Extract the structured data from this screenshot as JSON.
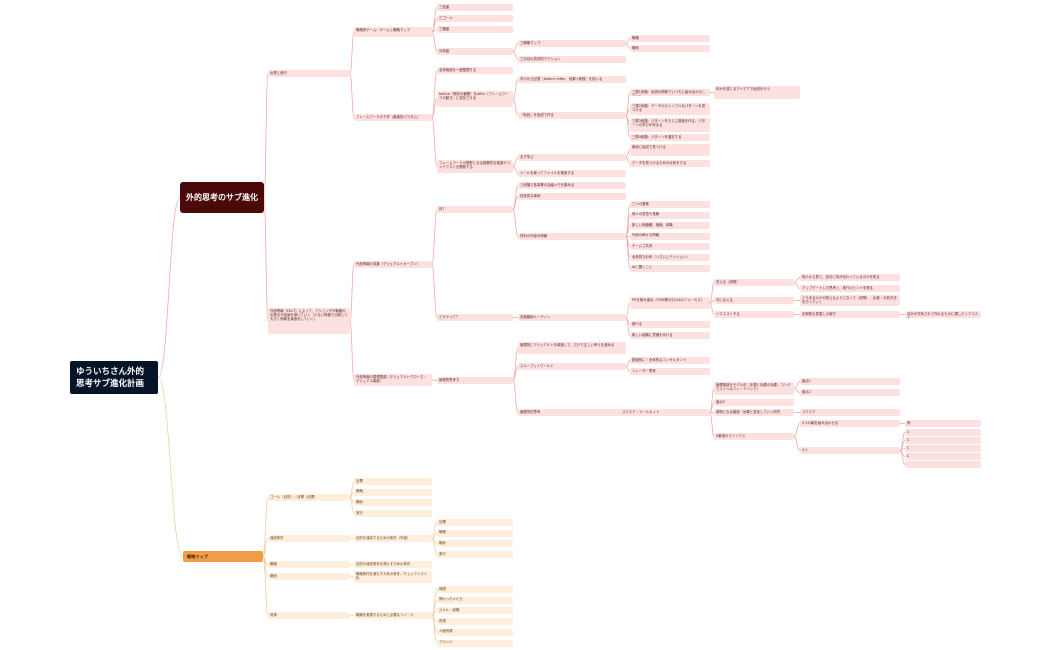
{
  "root": "ゆういちさん外的思考サブ進化計画",
  "branches": [
    {
      "label": "外的思考のサブ進化",
      "color": "#e88a8a",
      "children": [
        {
          "label": "",
          "children": [
            {
              "label": "出発と進行"
            }
          ]
        }
      ]
    },
    {
      "label": "戦略マップ",
      "color": "#f3b47a",
      "children": []
    }
  ],
  "mindmap": {
    "top": [
      "出発と進行",
      "戦略的ゲーム：ゲームと戦略マップ",
      "三柱盤",
      "三ゴール",
      "三種盤",
      "分析盤",
      "三戦略マップ",
      "三手目の具体的アクション",
      "戦略",
      "戦術",
      "フレームワークの下学（最善的パラダム）",
      "全体構造を一度整理する",
      "before（現状の観察）をafter（フレームワークの動き）に変化させる",
      "学びから記憶（before→after、効果→実践）を用いる",
      "「仮説」を仮説で作る",
      "三層1段階：仮説の関係でいつもと組み合わせしていく",
      "三層2段階：データからシンプルなパターンを見つける",
      "三層3段階：パターンをもとに構造を作る、パターンの学びが深まる",
      "三層4段階：パターンを選定する",
      "何かを感じるアイデアで仮説を行う",
      "フレームワークの視野となる検察的な構造やコンテクストを開発する",
      "まず学ぶ",
      "ツールを使ってファイルを検索する",
      "最後に仮説で見つける",
      "データを見つけるための分析をする"
    ],
    "middle": [
      "外部情報（FACT）によって、アジェンダや戦略の出発点や結論を導いていく（少ない情報で出発して大きく情報を構造化していく）",
      "外部情報の収集（デジュアルトオープン）",
      "何？",
      "三段階で各事業の会議メモを集める",
      "具体的な事例",
      "資料の外部の情報",
      "三つの要素",
      "他人の意見や見解",
      "新しい価値観、価値、体験",
      "外部の様々な情報",
      "チームで共有",
      "全体的な分析（リズムとテンション）",
      "AIに聞くこと",
      "どうやって？",
      "定期継続ルーティン",
      "PRを積み重ね（YGM第2日1GAのフォーカス）",
      "覚える（説明）",
      "他人から見て、自分に何が伝わっているのかを知る",
      "アップデートした思考と、実行のヒントを得る",
      "次に伝える",
      "どうあるのかが見えるようになって（説明）、比較・分析方法を行っていく",
      "リクエストする",
      "定期的な見直しの実行",
      "自分が共有されて作れるものに課したリクエスト",
      "調べる",
      "新しい経験に意識を向ける",
      "外部情報の整理整頓（デジュアルトクローズ・デジュアル構造）",
      "論理的思考力",
      "論理的にデジュアルトを構造して、だけで正しい考えを進める",
      "スループットワールド",
      "数値的に・全体的なコンサルタント",
      "トレーダー思考",
      "論理学的思考",
      "スクエア・ツールキット",
      "論理構造をモデル化（手順と効果の効果・コンテクストへのフィードバック）",
      "論点1",
      "論点2",
      "論点3",
      "トライアングル",
      "感情となる構造・効果と変化していく研究",
      "スクエア",
      "4象限のマトリクス",
      "2つの軸を組み合わせる",
      "例",
      "4つ",
      "C",
      "C",
      "C",
      "C"
    ],
    "bottom": [
      "ゴール（目的）／目標（目標）",
      "目標",
      "戦略",
      "戦術",
      "実行",
      "達成条件",
      "目的を達成するための条件（外部）",
      "目標",
      "戦略",
      "戦術",
      "実行",
      "戦略",
      "目的の達成条件を満たすための条件",
      "戦術",
      "戦略条件を満たすための条件／チェックリスト化",
      "資源",
      "戦略を実現するために必要なリソース",
      "時間",
      "関わった人たち",
      "スキル・経験",
      "資源",
      "人脈資源",
      "ブランド"
    ]
  }
}
